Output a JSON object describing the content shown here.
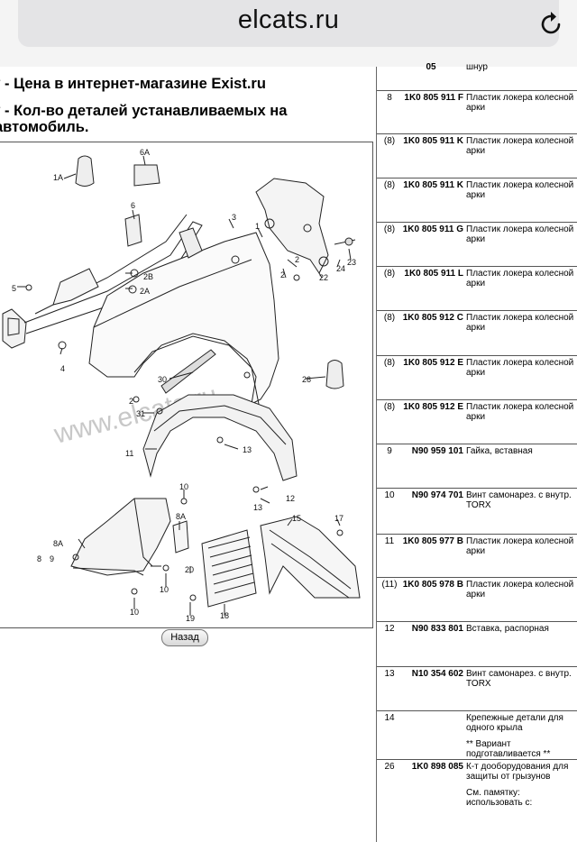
{
  "browser": {
    "url": "elcats.ru",
    "reload_icon": "reload-icon"
  },
  "notes": {
    "line1": "* - Цена в интернет-магазине Exist.ru",
    "line2": "* - Кол-во деталей устанавливаемых на",
    "line3": "автомобиль."
  },
  "diagram": {
    "watermark": "www.elcats.ru",
    "callouts": [
      "1A",
      "6A",
      "6",
      "3",
      "1",
      "2",
      "2B",
      "2A",
      "5",
      "4",
      "22",
      "24",
      "23",
      "2",
      "30",
      "31",
      "26",
      "11",
      "13",
      "12",
      "13",
      "10",
      "8A",
      "8A",
      "8",
      "9",
      "10",
      "15",
      "17",
      "20",
      "10",
      "19",
      "18",
      "2"
    ]
  },
  "back_button": {
    "label": "Назад"
  },
  "parts_table": {
    "top_fragment": {
      "num": "05",
      "desc": "шнур"
    },
    "rows": [
      {
        "pos": "8",
        "num": "1K0 805 911 F",
        "desc": "Пластик локера колесной арки"
      },
      {
        "pos": "(8)",
        "num": "1K0 805 911 K",
        "desc": "Пластик локера колесной арки"
      },
      {
        "pos": "(8)",
        "num": "1K0 805 911 K",
        "desc": "Пластик локера колесной арки"
      },
      {
        "pos": "(8)",
        "num": "1K0 805 911 G",
        "desc": "Пластик локера колесной арки"
      },
      {
        "pos": "(8)",
        "num": "1K0 805 911 L",
        "desc": "Пластик локера колесной арки"
      },
      {
        "pos": "(8)",
        "num": "1K0 805 912 C",
        "desc": "Пластик локера колесной арки"
      },
      {
        "pos": "(8)",
        "num": "1K0 805 912 E",
        "desc": "Пластик локера колесной арки"
      },
      {
        "pos": "(8)",
        "num": "1K0 805 912 E",
        "desc": "Пластик локера колесной арки"
      },
      {
        "pos": "9",
        "num": "N90 959 101",
        "desc": "Гайка, вставная"
      },
      {
        "pos": "10",
        "num": "N90 974 701",
        "desc": "Винт самонарез. с внутр. TORX"
      },
      {
        "pos": "11",
        "num": "1K0 805 977 B",
        "desc": "Пластик локера колесной арки"
      },
      {
        "pos": "(11)",
        "num": "1K0 805 978 B",
        "desc": "Пластик локера колесной арки"
      },
      {
        "pos": "12",
        "num": "N90 833 801",
        "desc": "Вставка, распорная"
      },
      {
        "pos": "13",
        "num": "N10 354 602",
        "desc": "Винт самонарез. с внутр. TORX"
      },
      {
        "pos": "14",
        "num": "",
        "desc": "Крепежные детали для одного крыла",
        "desc2": "** Вариант подготавливается **"
      },
      {
        "pos": "26",
        "num": "1K0 898 085",
        "desc": "К-т дооборудования для защиты от грызунов",
        "desc2": "См. памятку: использовать с:"
      }
    ]
  }
}
